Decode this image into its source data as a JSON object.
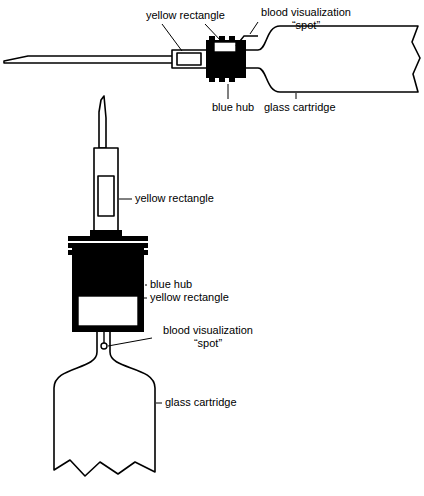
{
  "diagram": {
    "labels": [
      "yellow rectangle",
      "blood visualization “spot”",
      "blue hub",
      "glass cartridge",
      "yellow rectangle",
      "blue hub",
      "yellow rectangle",
      "blood visualization “spot”",
      "glass cartridge"
    ]
  }
}
